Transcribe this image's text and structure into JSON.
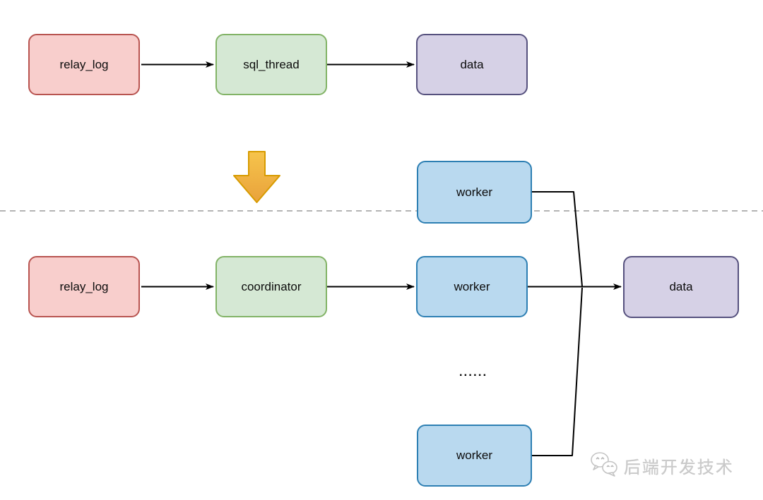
{
  "diagram": {
    "description": "MySQL replication apply-thread evolution diagram",
    "single_thread_flow": {
      "relay_log": {
        "label": "relay_log"
      },
      "sql_thread": {
        "label": "sql_thread"
      },
      "data": {
        "label": "data"
      }
    },
    "transform_arrow": {
      "direction": "down"
    },
    "multi_thread_flow": {
      "relay_log": {
        "label": "relay_log"
      },
      "coordinator": {
        "label": "coordinator"
      },
      "worker_top": {
        "label": "worker"
      },
      "worker_middle": {
        "label": "worker"
      },
      "worker_bottom": {
        "label": "worker"
      },
      "workers_ellipsis": "......",
      "data": {
        "label": "data"
      }
    },
    "palette": {
      "node_red_fill": "#f8cecc",
      "node_red_stroke": "#b85450",
      "node_green_fill": "#d5e8d4",
      "node_green_stroke": "#82b366",
      "node_blue_fill": "#b9d9ef",
      "node_blue_stroke": "#2d7fb3",
      "node_purple_fill": "#d6d1e6",
      "node_purple_stroke": "#56517e",
      "connector_color": "#000000",
      "divider_color": "#b3b3b3",
      "transform_arrow_fill_top": "#f6c44c",
      "transform_arrow_fill_bottom": "#e9a23b",
      "transform_arrow_stroke": "#d79b00"
    },
    "watermark": {
      "text": "后端开发技术"
    }
  }
}
